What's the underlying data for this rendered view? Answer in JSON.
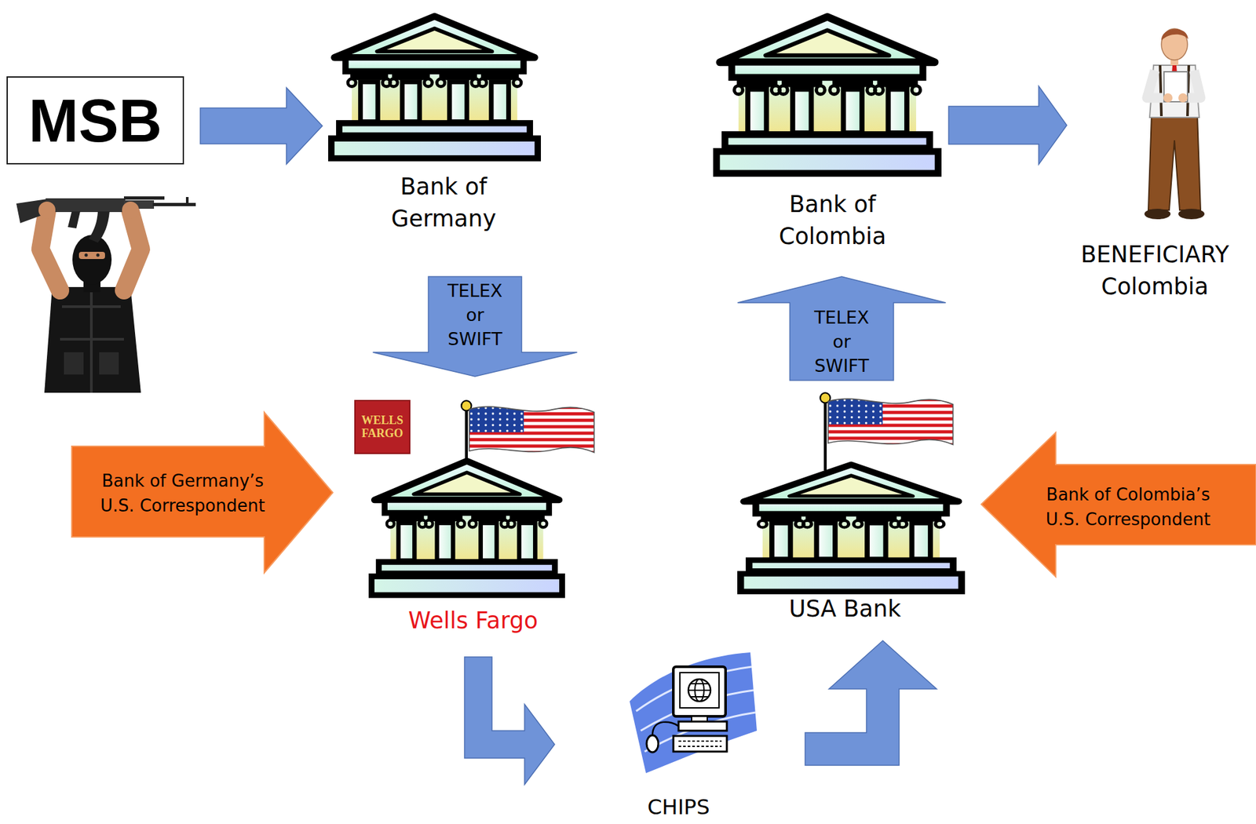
{
  "diagram": {
    "nodes": [
      {
        "text": [
          "MSB"
        ]
      },
      {
        "text": [
          "Bank of Germany"
        ]
      },
      {
        "text": [
          "Bank of Colombia"
        ]
      },
      {
        "text": [
          "BENEFICIARY Colombia"
        ]
      },
      {
        "text": [
          "Bank of Germany’s U.S. Correspondent"
        ]
      },
      {
        "text": [
          "Wells Fargo"
        ]
      },
      {
        "text": [
          "USA Bank"
        ]
      },
      {
        "text": [
          "Bank of Colombia’s U.S. Correspondent"
        ]
      },
      {
        "text": [
          "CHIPS"
        ]
      }
    ],
    "edges": [
      {
        "from": 0,
        "to": 1,
        "arrow": "to"
      },
      {
        "from": 1,
        "to": 5,
        "label": "TELEX or SWIFT",
        "arrow": "to"
      },
      {
        "from": 5,
        "to": 8,
        "arrow": "to"
      },
      {
        "from": 8,
        "to": 6,
        "arrow": "to"
      },
      {
        "from": 6,
        "to": 2,
        "label": "TELEX or SWIFT",
        "arrow": "to"
      },
      {
        "from": 2,
        "to": 3,
        "arrow": "to"
      }
    ],
    "labels": [
      "WELLS FARGO"
    ]
  }
}
